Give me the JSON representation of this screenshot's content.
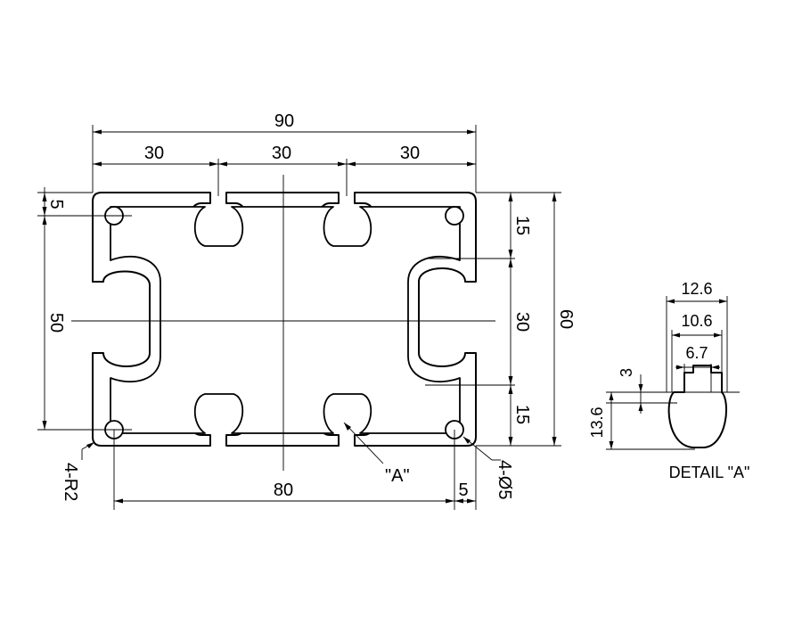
{
  "drawing": {
    "overall_width": "90",
    "segment_left": "30",
    "segment_mid": "30",
    "segment_right": "30",
    "top_offset": "5",
    "left_height": "50",
    "right_top": "15",
    "right_mid": "30",
    "right_bottom": "15",
    "overall_height": "60",
    "bottom_span": "80",
    "bottom_edge": "5",
    "hole_callout": "4-Ø5",
    "radius_callout": "4-R2",
    "detail_ref": "\"A\""
  },
  "detail": {
    "title": "DETAIL \"A\"",
    "w1": "12.6",
    "w2": "10.6",
    "w3": "6.7",
    "depth_small": "3",
    "depth_total": "13.6"
  }
}
